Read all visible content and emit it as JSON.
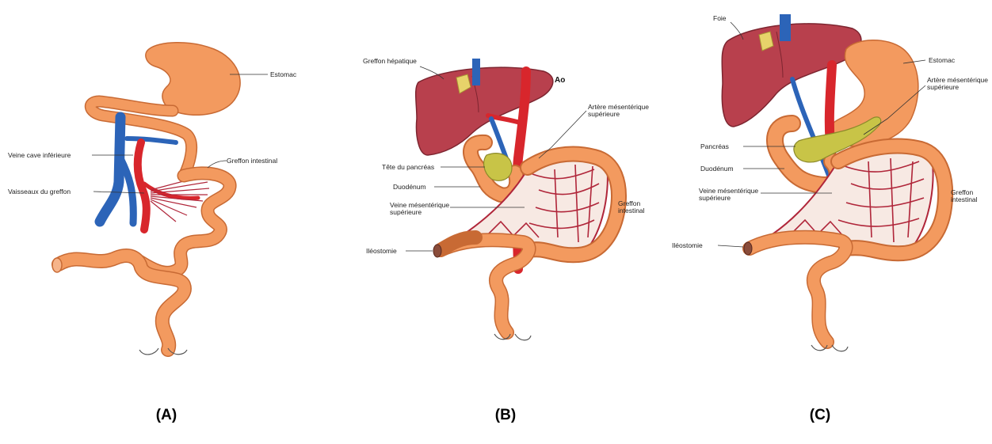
{
  "panels": [
    {
      "caption": "(A)",
      "labels": {
        "estomac": "Estomac",
        "veine_cave": "Veine cave inférieure",
        "greffon_intestinal": "Greffon intestinal",
        "vaisseaux": "Vaisseaux du greffon"
      }
    },
    {
      "caption": "(B)",
      "labels": {
        "greffon_hepatique": "Greffon hépatique",
        "ao": "Ao",
        "artere_line1": "Artère mésentérique",
        "artere_line2": "supérieure",
        "tete_pancreas": "Tête du pancréas",
        "duodenum": "Duodénum",
        "veine_line1": "Veine mésentérique",
        "veine_line2": "supérieure",
        "greffon_line1": "Greffon",
        "greffon_line2": "intestinal",
        "ileostomie": "Iléostomie"
      }
    },
    {
      "caption": "(C)",
      "labels": {
        "foie": "Foie",
        "estomac": "Estomac",
        "artere_line1": "Artère mésentérique",
        "artere_line2": "supérieure",
        "pancreas": "Pancréas",
        "duodenum": "Duodénum",
        "veine_line1": "Veine mésentérique",
        "veine_line2": "supérieure",
        "greffon_line1": "Greffon",
        "greffon_line2": "intestinal",
        "ileostomie": "Iléostomie"
      }
    }
  ],
  "colors": {
    "bowel": "#f39a5f",
    "artery": "#d8262c",
    "vein": "#2c64b8",
    "liver": "#b8404d",
    "pancreas": "#c8c447"
  }
}
